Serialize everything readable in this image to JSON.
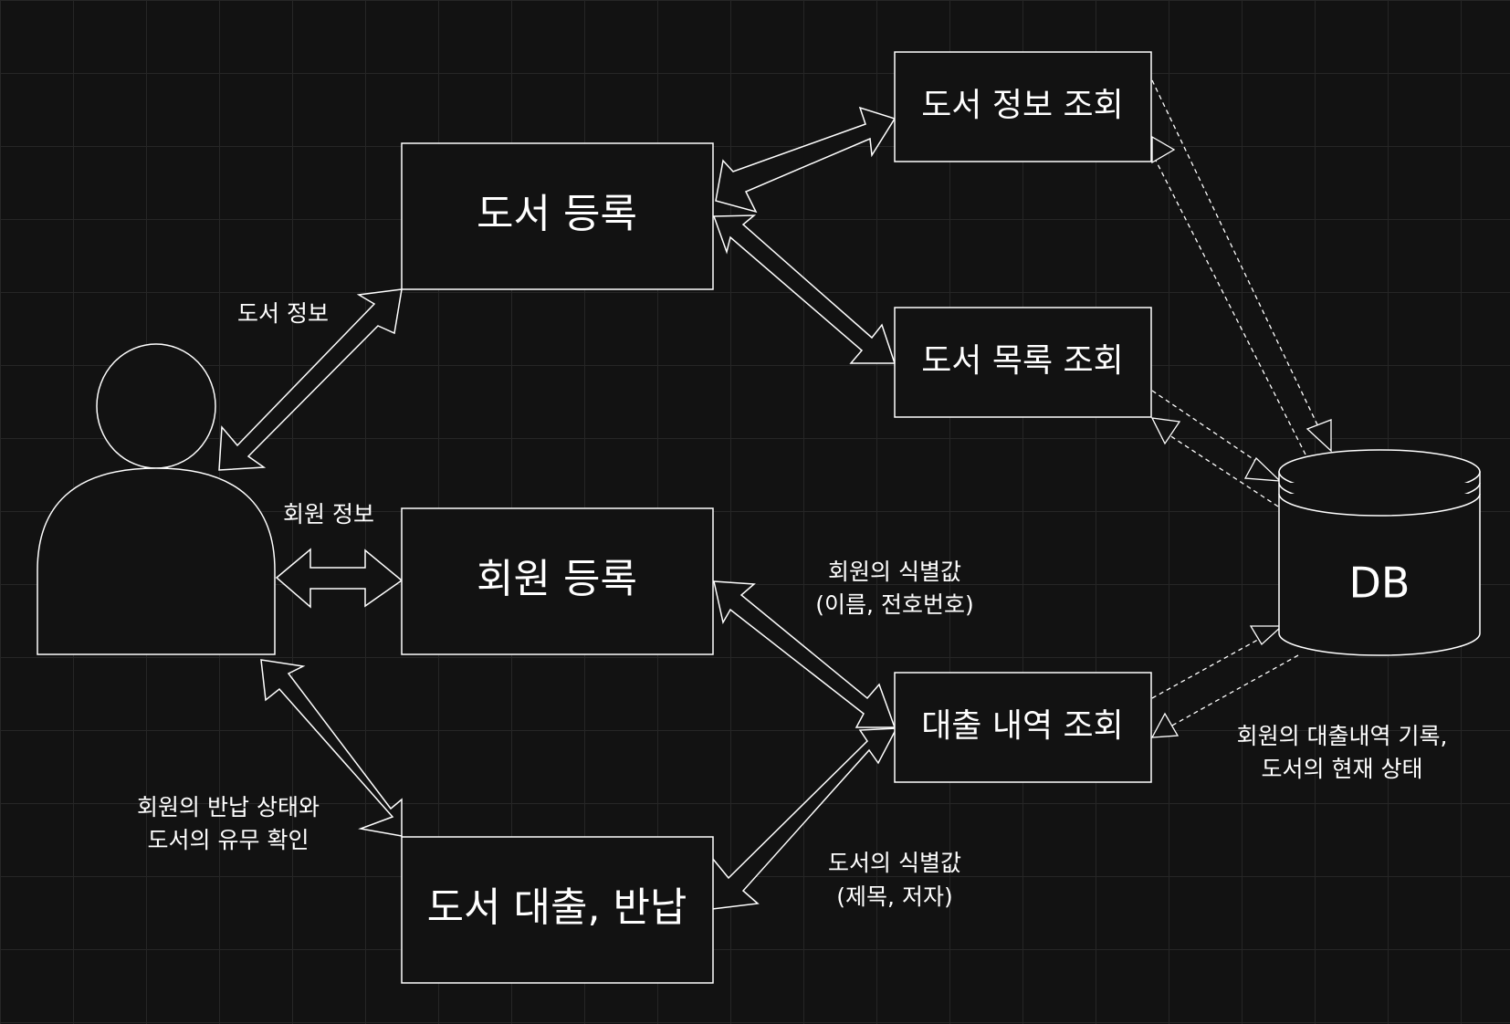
{
  "nodes": {
    "book_register": "도서 등록",
    "member_register": "회원 등록",
    "book_loan_return": "도서 대출, 반납",
    "book_info_query": "도서 정보 조회",
    "book_list_query": "도서 목록 조회",
    "loan_history_query": "대출 내역 조회",
    "database": "DB"
  },
  "edge_labels": {
    "book_info": "도서 정보",
    "member_info": "회원 정보",
    "member_id": {
      "line1": "회원의 식별값",
      "line2": "(이름, 전호번호)"
    },
    "book_id": {
      "line1": "도서의 식별값",
      "line2": "(제목, 저자)"
    },
    "return_check": {
      "line1": "회원의 반납 상태와",
      "line2": "도서의 유무 확인"
    },
    "loan_record": {
      "line1": "회원의 대출내역 기록,",
      "line2": "도서의 현재 상태"
    }
  },
  "colors": {
    "background": "#121212",
    "grid": "#262626",
    "stroke": "#ffffff",
    "text": "#ffffff"
  }
}
